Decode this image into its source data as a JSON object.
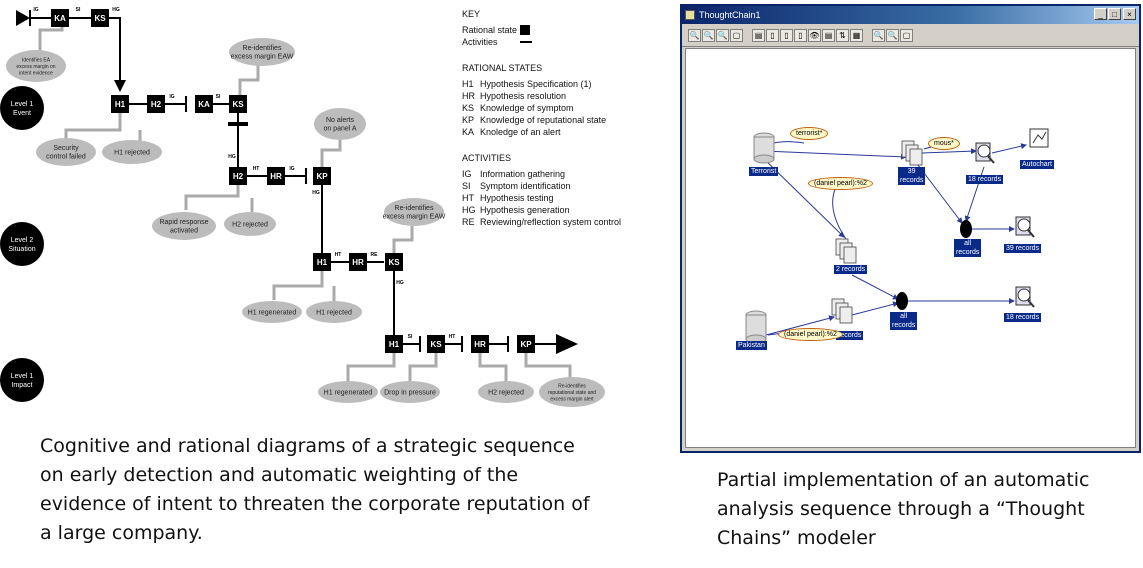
{
  "left_diagram": {
    "levels": [
      "Level 1\nEvent",
      "Level 2\nSituation",
      "Level 1\nImpact"
    ],
    "nodes": {
      "ka1": "KA",
      "ks1": "KS",
      "h1a": "H1",
      "h2a": "H2",
      "ka2": "KA",
      "ks2": "KS",
      "h2b": "H2",
      "hra": "HR",
      "kpa": "KP",
      "h1b": "H1",
      "hrb": "HR",
      "ks3": "KS",
      "h1c": "H1",
      "ks4": "KS",
      "hrc": "HR",
      "kpb": "KP"
    },
    "edge_labels": {
      "e1": "IG",
      "e2": "SI",
      "e3": "HG",
      "e4": "IG",
      "e5": "SI",
      "e6": "HG",
      "e7": "HT",
      "e8": "IG",
      "e9": "HG",
      "e10": "HT",
      "e11": "RE",
      "e12": "HG",
      "e13": "SI",
      "e14": "HT"
    },
    "bubbles": {
      "b1": "Identifies EA\nexcess margin on\nintent evidence",
      "b2": "Re-identifies\nexcess margin EAW",
      "b3": "Security\ncontrol failed",
      "b4": "H1 rejected",
      "b5": "No alerts\non panel A",
      "b6": "Rapid response\nactivated",
      "b7": "H2 rejected",
      "b8": "Re-identifies\nexcess margin EAW",
      "b9": "H1 regenerated",
      "b10": "H1 rejected",
      "b11": "H1 regenerated",
      "b12": "Drop in pressure",
      "b13": "H2 rejected",
      "b14": "Re-identifies\nreputational state and\nexcess margin alert"
    }
  },
  "key": {
    "title": "KEY",
    "rational_state": "Rational state",
    "activities": "Activities",
    "rational_states_title": "RATIONAL STATES",
    "states": [
      {
        "ab": "H1",
        "text": "Hypothesis Specification (1)"
      },
      {
        "ab": "HR",
        "text": "Hypothesis resolution"
      },
      {
        "ab": "KS",
        "text": "Knowledge of symptom"
      },
      {
        "ab": "KP",
        "text": "Knowledge of reputational state"
      },
      {
        "ab": "KA",
        "text": "Knoledge of an alert"
      }
    ],
    "activities_title": "ACTIVITIES",
    "activity_list": [
      {
        "ab": "IG",
        "text": "Information gathering"
      },
      {
        "ab": "SI",
        "text": "Symptom identification"
      },
      {
        "ab": "HT",
        "text": "Hypothesis testing"
      },
      {
        "ab": "HG",
        "text": "Hypothesis generation"
      },
      {
        "ab": "RE",
        "text": "Reviewing/reflection system control"
      }
    ]
  },
  "window": {
    "title": "ThoughtChain1",
    "buttons": [
      "_",
      "□",
      "×"
    ],
    "tools": [
      "🔍",
      "🔍",
      "🔍",
      "▢",
      "▤",
      "▯",
      "▯",
      "▯",
      "👁",
      "▤",
      "⇅",
      "▦",
      "🔍",
      "🔍",
      "▢"
    ],
    "nodes": {
      "terrorist": "Terrorist",
      "r39a": "39\nrecords",
      "r18a": "18 records",
      "autochart": "Autochart",
      "all1": "all\nrecords",
      "r39b": "39 records",
      "r2": "2 records",
      "pakistan": "Pakistan",
      "r_pak": "records",
      "all2": "all\nrecords",
      "r18b": "18 records"
    },
    "edge_labels": {
      "terrorist_q": "terrorist*",
      "mous_q": "mous*",
      "daniel_q1": "(daniel pearl):%2",
      "daniel_q2": "(daniel pearl):%2"
    }
  },
  "captions": {
    "left": "Cognitive and rational diagrams of a strategic sequence on early detection and automatic weighting of the evidence of intent to threaten the corporate reputation of a large company.",
    "right": "Partial implementation of an automatic analysis sequence through a “Thought Chains” modeler"
  }
}
